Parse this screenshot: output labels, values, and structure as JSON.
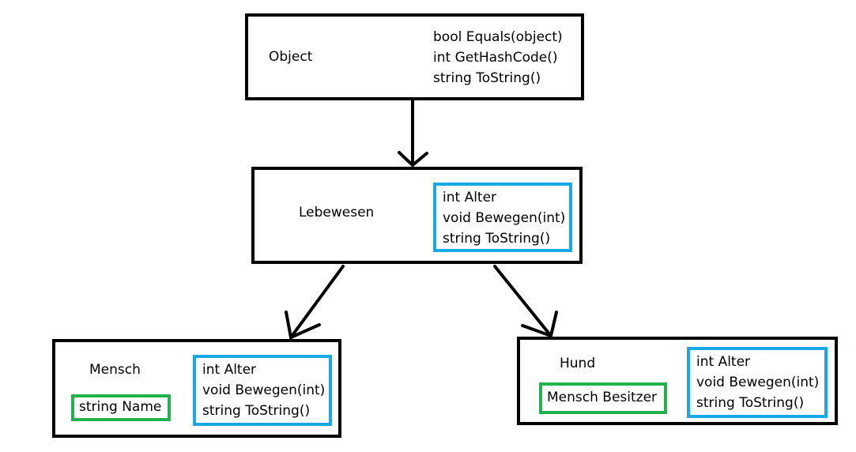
{
  "colors": {
    "box_border": "#000000",
    "inherited_border": "#1aa7e6",
    "own_field_border": "#22b14c"
  },
  "classes": {
    "object": {
      "name": "Object",
      "members": [
        "bool Equals(object)",
        "int GetHashCode()",
        "string ToString()"
      ]
    },
    "lebewesen": {
      "name": "Lebewesen",
      "members": [
        "int Alter",
        "void Bewegen(int)",
        "string ToString()"
      ]
    },
    "mensch": {
      "name": "Mensch",
      "members": [
        "int Alter",
        "void Bewegen(int)",
        "string ToString()"
      ],
      "own_field": "string Name"
    },
    "hund": {
      "name": "Hund",
      "members": [
        "int Alter",
        "void Bewegen(int)",
        "string ToString()"
      ],
      "own_field": "Mensch Besitzer"
    }
  }
}
